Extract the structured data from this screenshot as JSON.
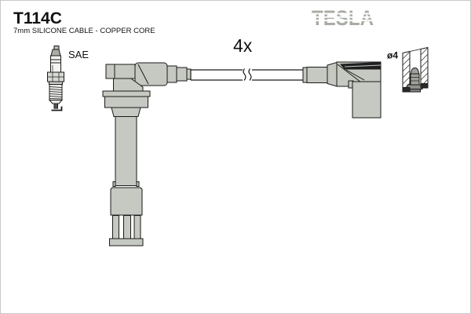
{
  "header": {
    "part_number": "T114C",
    "subtitle": "7mm SILICONE CABLE - COPPER CORE",
    "brand": "TESLA"
  },
  "diagram": {
    "quantity_label": "4x",
    "spark_plug_standard_label": "SAE",
    "terminal_diameter_label": "ø4",
    "cable_count": 4,
    "colors": {
      "boot_fill": "#c5c9c1",
      "outline": "#1a1a1a",
      "brand_gray": "#a8ada3",
      "dark_band": "#1f1f1f"
    }
  }
}
